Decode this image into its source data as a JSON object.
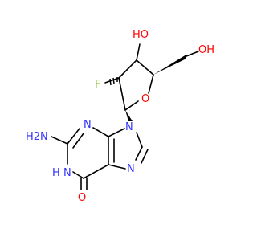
{
  "molecule": {
    "atoms": {
      "hydroxyl_top": "HO",
      "hydroxyl_ch2": "OH",
      "fluorine": "F",
      "ring_oxygen": "O",
      "amino": "H2N",
      "n3": "N",
      "n9": "N",
      "n1h": "H",
      "n1": "N",
      "n7": "N",
      "carbonyl_oxygen": "O"
    },
    "colors": {
      "bond": "#000000",
      "oxygen": "#ff0000",
      "nitrogen": "#3333ff",
      "fluorine": "#8fbf40",
      "background": "#ffffff"
    }
  }
}
